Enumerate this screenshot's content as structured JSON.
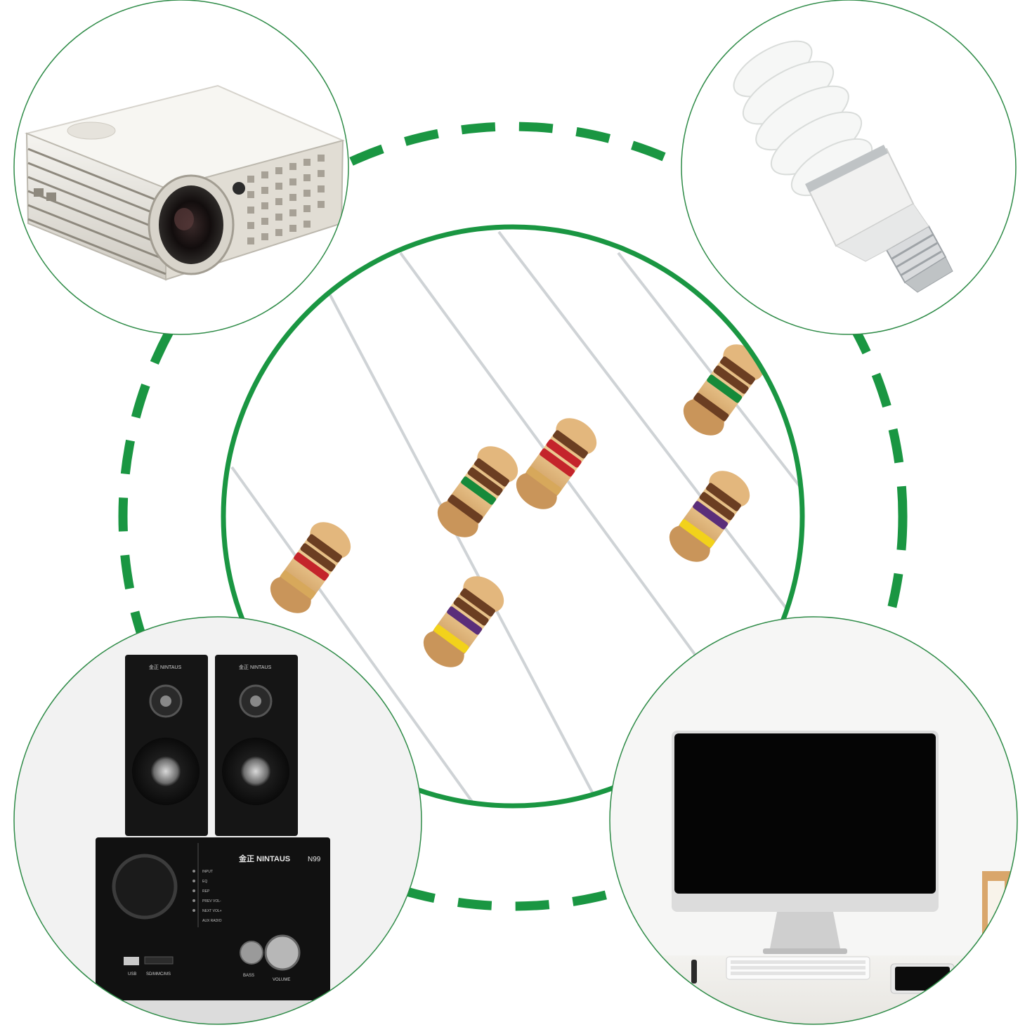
{
  "colors": {
    "accent": "#1a9642",
    "thin_ring": "#2e8b47",
    "body": "#e3b77d",
    "body_shadow": "#c9955a",
    "lead": "#cfd3d6"
  },
  "resistors": [
    {
      "bands": [
        "#6b3e22",
        "#6b3e22",
        "#c4242b",
        "#d7a85b"
      ]
    },
    {
      "bands": [
        "#6b3e22",
        "#6b3e22",
        "#168a3a",
        "#6b3e22"
      ]
    },
    {
      "bands": [
        "#6b3e22",
        "#c4242b",
        "#c4242b",
        "#d7a85b"
      ]
    },
    {
      "bands": [
        "#6b3e22",
        "#6b3e22",
        "#168a3a",
        "#6b3e22"
      ]
    },
    {
      "bands": [
        "#6b3e22",
        "#6b3e22",
        "#5a2e7a",
        "#f2d21b"
      ]
    },
    {
      "bands": [
        "#6b3e22",
        "#6b3e22",
        "#5a2e7a",
        "#f2d21b"
      ]
    }
  ],
  "applications": [
    {
      "icon": "projector-icon"
    },
    {
      "icon": "cfl-bulb-icon"
    },
    {
      "icon": "speaker-system-icon"
    },
    {
      "icon": "computer-monitor-icon"
    }
  ],
  "speaker": {
    "brand": "金正 NINTAUS",
    "model": "N99",
    "controls": [
      "INPUT",
      "EQ",
      "REP",
      "PREV VOL-",
      "NEXT VOL+",
      "AUX RADIO"
    ],
    "usb_label": "USB",
    "sd_label": "SD/MMC/MS",
    "bass_label": "BASS",
    "volume_label": "VOLUME"
  }
}
